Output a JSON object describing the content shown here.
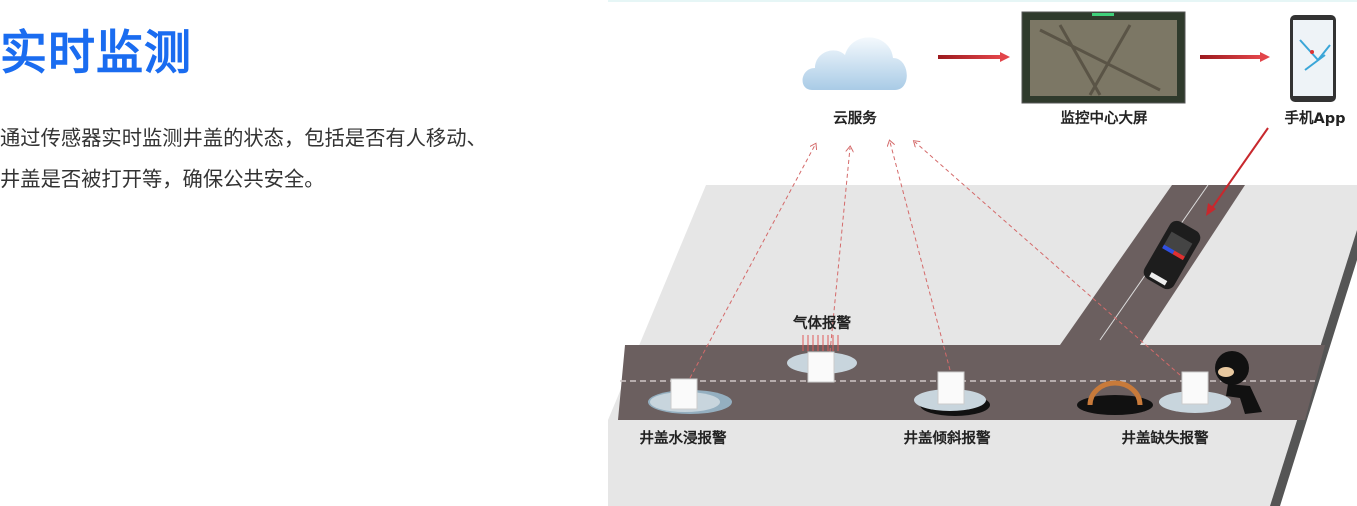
{
  "section": {
    "title": "实时监测",
    "description": "通过传感器实时监测井盖的状态，包括是否有人移动、井盖是否被打开等，确保公共安全。"
  },
  "diagram": {
    "cloud_label": "云服务",
    "monitor_label": "监控中心大屏",
    "phone_label": "手机App",
    "gas_alarm_label": "气体报警",
    "flood_alarm_label": "井盖水浸报警",
    "tilt_alarm_label": "井盖倾斜报警",
    "missing_alarm_label": "井盖缺失报警"
  },
  "colors": {
    "title": "#1a6cf0",
    "arrow": "#c8282d",
    "road": "#6b5f5f",
    "ground": "#e6e6e6"
  }
}
